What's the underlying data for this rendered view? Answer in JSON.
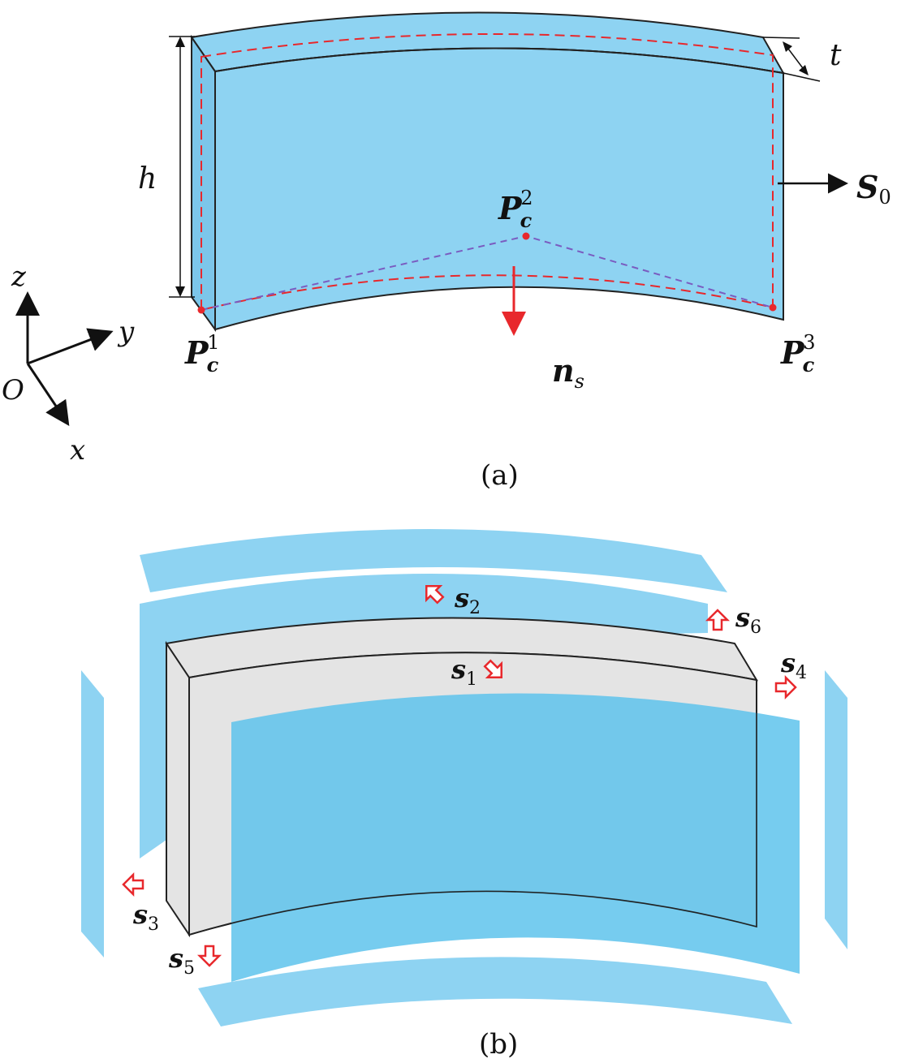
{
  "panel_a": {
    "caption": "(a)",
    "labels": {
      "h": "h",
      "t": "t",
      "S0_main": "S",
      "S0_sub": "0",
      "Pc": "P",
      "c": "c",
      "one": "1",
      "two": "2",
      "three": "3",
      "ns_main": "n",
      "ns_sub": "s",
      "z": "z",
      "y": "y",
      "x": "x",
      "o": "O"
    }
  },
  "panel_b": {
    "caption": "(b)",
    "s": "s",
    "subs": [
      "1",
      "2",
      "3",
      "4",
      "5",
      "6"
    ]
  },
  "colors": {
    "plate_blue": "#8ed3f2",
    "plane_blue": "#5ec3ec",
    "solid_gray": "#e4e4e4",
    "red": "#e8282c",
    "purple_dashed": "#7a5cc0",
    "outline": "#222222"
  }
}
